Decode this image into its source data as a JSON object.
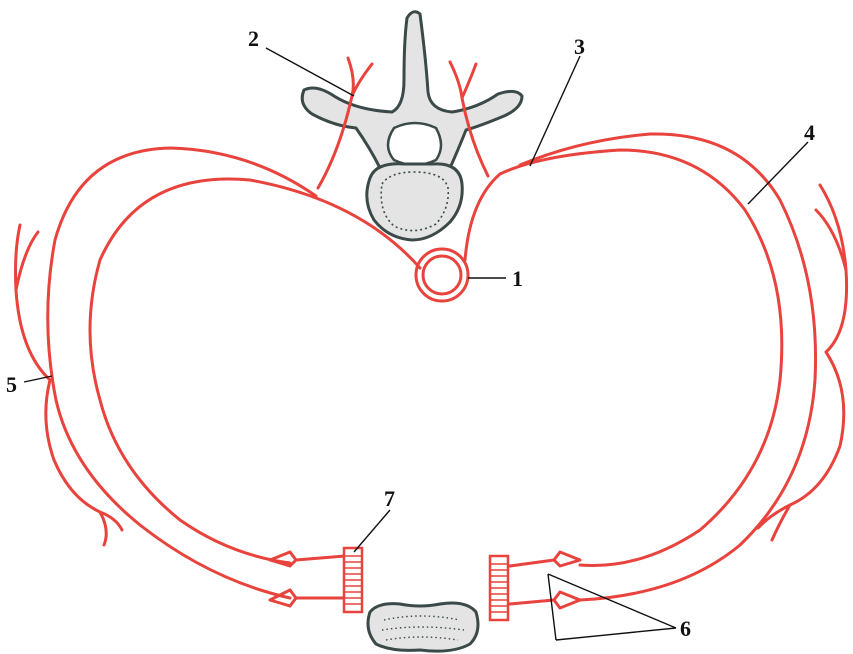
{
  "colors": {
    "artery": "#e8433c",
    "bone_fill": "#e4e4e4",
    "bone_stroke": "#3b4a48",
    "ink": "#111111",
    "background": "#ffffff"
  },
  "labels": {
    "l1": "1",
    "l2": "2",
    "l3": "3",
    "l4": "4",
    "l5": "5",
    "l6": "6",
    "l7": "7"
  }
}
